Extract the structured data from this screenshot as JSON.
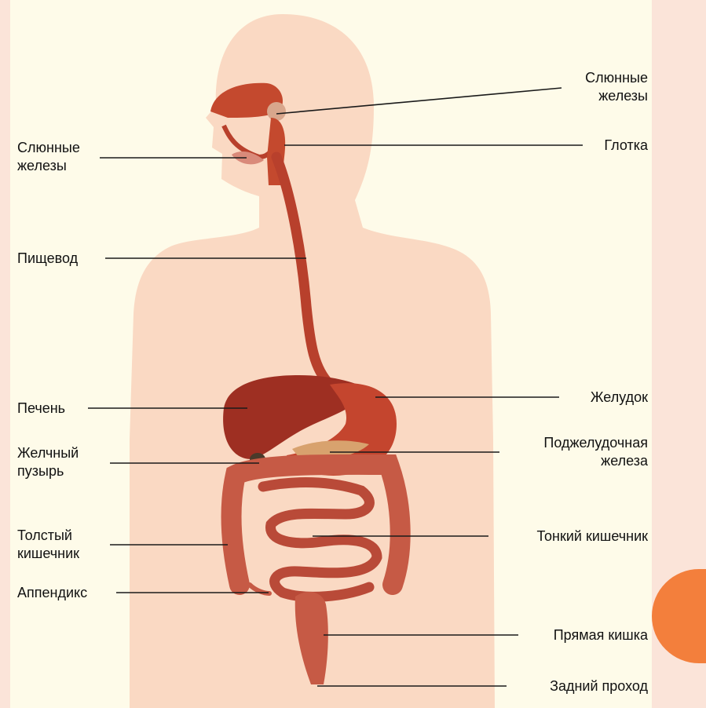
{
  "colors": {
    "page_background": "#fbe4d9",
    "panel_background": "#fefbe9",
    "body_silhouette": "#fad9c3",
    "organ": "#b8402c",
    "accent_circle": "#f37f3c"
  },
  "labels": {
    "left": {
      "salivary_glands": "Слюнные\nжелезы",
      "esophagus": "Пищевод",
      "liver": "Печень",
      "gallbladder": "Желчный\nпузырь",
      "large_intestine": "Толстый\nкишечник",
      "appendix": "Аппендикс"
    },
    "right": {
      "salivary_glands": "Слюнные\nжелезы",
      "pharynx": "Глотка",
      "stomach": "Желудок",
      "pancreas": "Поджелудочная\nжелеза",
      "small_intestine": "Тонкий кишечник",
      "rectum": "Прямая кишка",
      "anus": "Задний проход"
    }
  }
}
